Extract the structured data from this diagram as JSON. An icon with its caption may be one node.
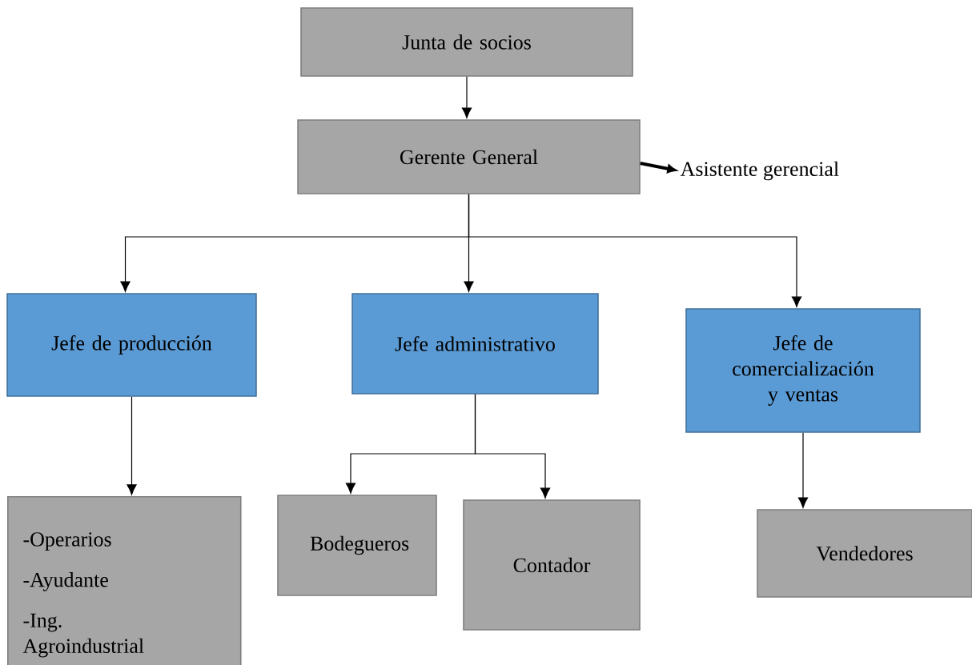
{
  "diagram": {
    "nodes": [
      {
        "text": [
          "Junta de socios"
        ]
      },
      {
        "text": [
          "Gerente General"
        ]
      },
      {
        "text": [
          "Asistente gerencial"
        ]
      },
      {
        "text": [
          "Jefe de producción"
        ]
      },
      {
        "text": [
          "Jefe administrativo"
        ]
      },
      {
        "text": [
          "Jefe de comercialización y ventas"
        ]
      },
      {
        "text": [
          "-Operarios",
          "-Ayudante",
          "-Ing. Agroindustrial"
        ]
      },
      {
        "text": [
          "Bodegueros"
        ]
      },
      {
        "text": [
          "Contador"
        ]
      },
      {
        "text": [
          "Vendedores"
        ]
      }
    ],
    "edges": [
      {
        "from": 0,
        "to": 1,
        "arrow": "to"
      },
      {
        "from": 1,
        "to": 2,
        "arrow": "to",
        "style": "thick"
      },
      {
        "from": 1,
        "to": 3,
        "arrow": "to"
      },
      {
        "from": 1,
        "to": 4,
        "arrow": "to"
      },
      {
        "from": 1,
        "to": 5,
        "arrow": "to"
      },
      {
        "from": 3,
        "to": 6,
        "arrow": "to"
      },
      {
        "from": 4,
        "to": 7,
        "arrow": "to"
      },
      {
        "from": 4,
        "to": 8,
        "arrow": "to"
      },
      {
        "from": 5,
        "to": 9,
        "arrow": "to"
      }
    ]
  }
}
